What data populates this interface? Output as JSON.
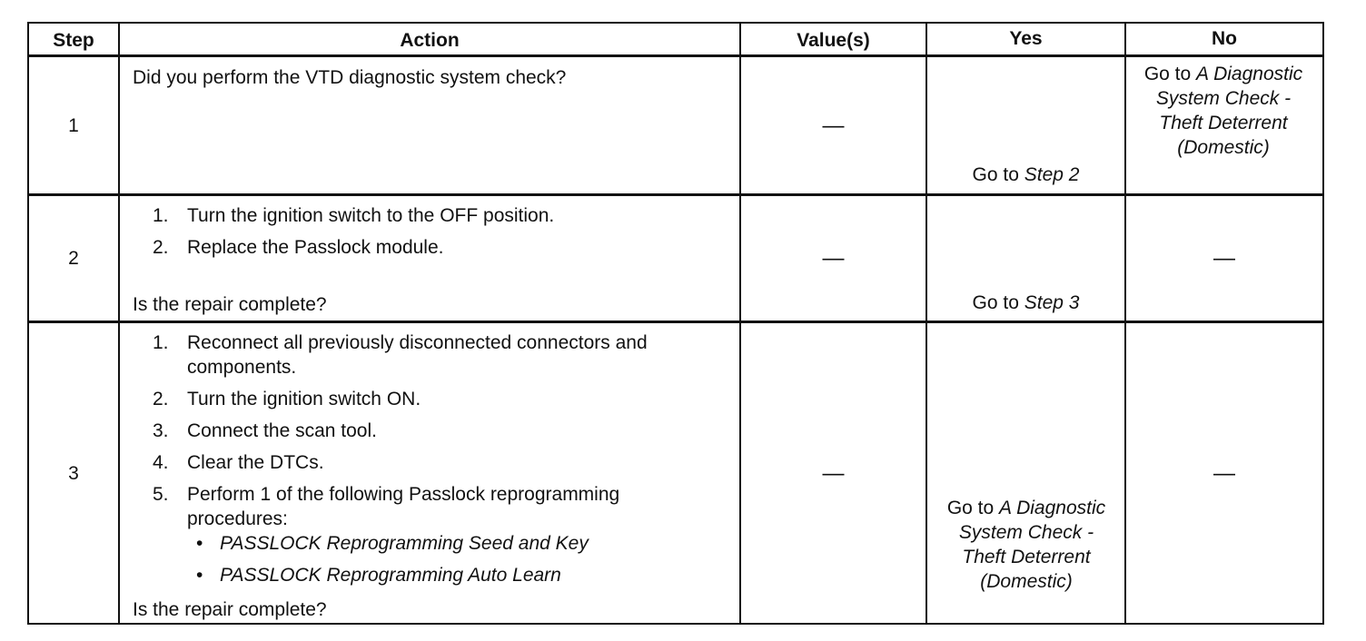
{
  "header": {
    "step": "Step",
    "action": "Action",
    "values": "Value(s)",
    "yes": "Yes",
    "no": "No"
  },
  "rows": [
    {
      "step": "1",
      "question": "Did you perform the VTD diagnostic system check?",
      "value": "—",
      "yes_prefix": "Go to ",
      "yes_link": "Step 2",
      "no_prefix": "Go to ",
      "no_link": "A Diagnostic System Check - Theft Deterrent (Domestic)"
    },
    {
      "step": "2",
      "items": [
        "Turn the ignition switch to the OFF position.",
        "Replace the Passlock module."
      ],
      "question": "Is the repair complete?",
      "value": "—",
      "yes_prefix": "Go to ",
      "yes_link": "Step 3",
      "no": "—"
    },
    {
      "step": "3",
      "items": [
        "Reconnect all previously disconnected connectors and components.",
        "Turn the ignition switch ON.",
        "Connect the scan tool.",
        "Clear the DTCs.",
        "Perform 1 of the following Passlock reprogramming procedures:"
      ],
      "subitems": [
        "PASSLOCK Reprogramming Seed and Key",
        "PASSLOCK Reprogramming Auto Learn"
      ],
      "question": "Is the repair complete?",
      "value": "—",
      "yes_prefix": "Go to ",
      "yes_link": "A Diagnostic System Check - Theft Deterrent (Domestic)",
      "no": "—"
    }
  ]
}
